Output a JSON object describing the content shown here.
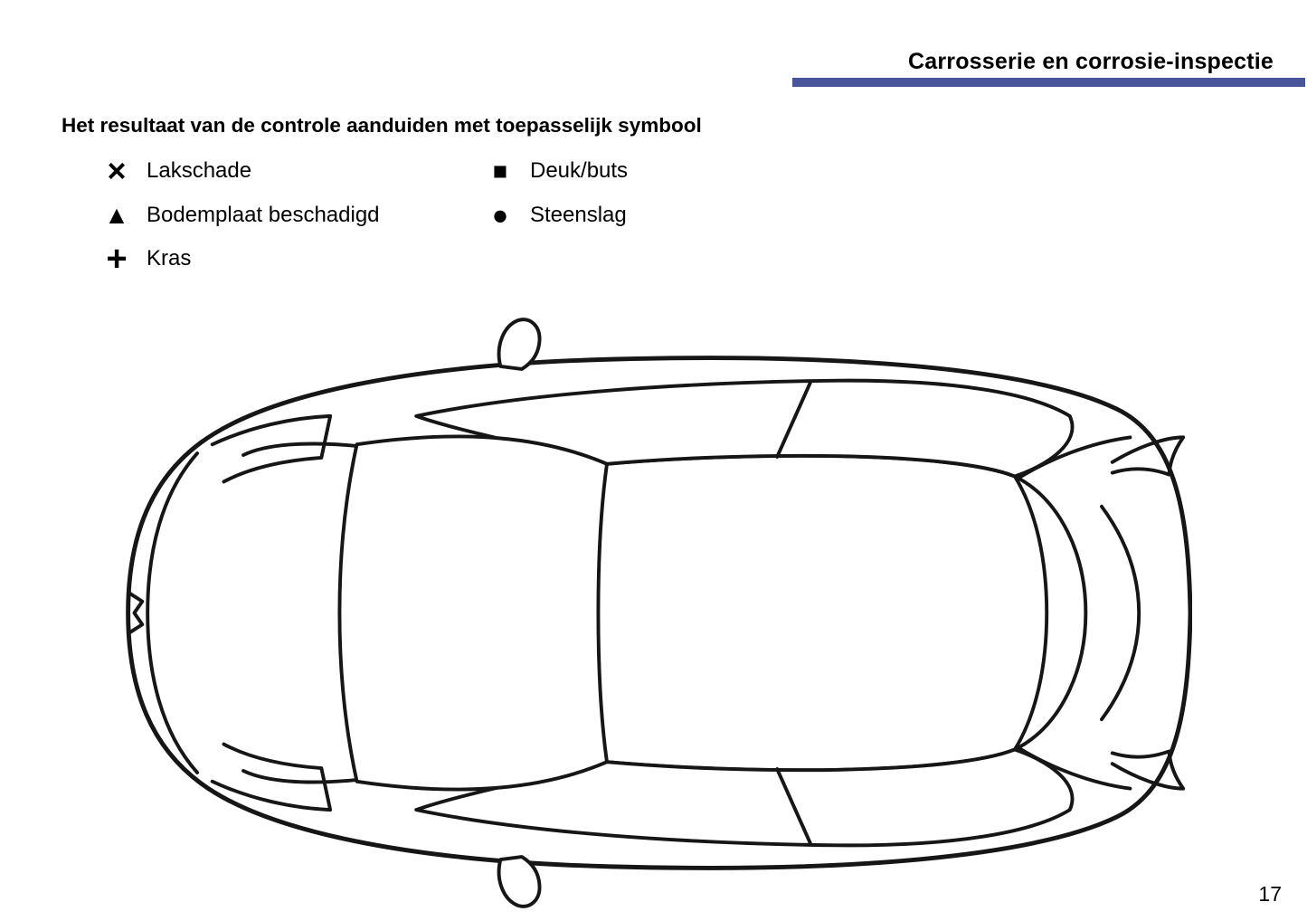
{
  "page": {
    "title": "Carrosserie en corrosie-inspectie",
    "heading": "Het resultaat van de controle aanduiden met toepasselijk symbool",
    "page_number": "17",
    "accent_color": "#4a549b"
  },
  "legend": {
    "left": [
      {
        "symbol": "×",
        "symbol_name": "x-mark-icon",
        "label": "Lakschade"
      },
      {
        "symbol": "▲",
        "symbol_name": "triangle-icon",
        "label": "Bodemplaat beschadigd"
      },
      {
        "symbol": "+",
        "symbol_name": "plus-icon",
        "label": "Kras"
      }
    ],
    "right": [
      {
        "symbol": "■",
        "symbol_name": "square-icon",
        "label": "Deuk/buts"
      },
      {
        "symbol": "●",
        "symbol_name": "circle-icon",
        "label": "Steenslag"
      }
    ]
  },
  "diagram": {
    "name": "car-top-view"
  }
}
